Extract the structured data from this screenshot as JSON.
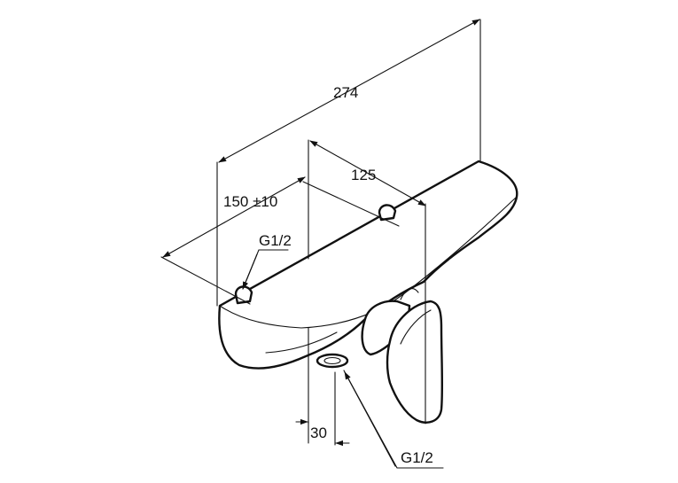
{
  "dimensions": {
    "overall_length": "274",
    "inlet_spacing": "150 ±10",
    "handle_offset": "125",
    "outlet_depth": "30"
  },
  "connections": {
    "inlet_thread": "G1/2",
    "outlet_thread": "G1/2"
  },
  "colors": {
    "line": "#111111",
    "background": "#ffffff"
  }
}
